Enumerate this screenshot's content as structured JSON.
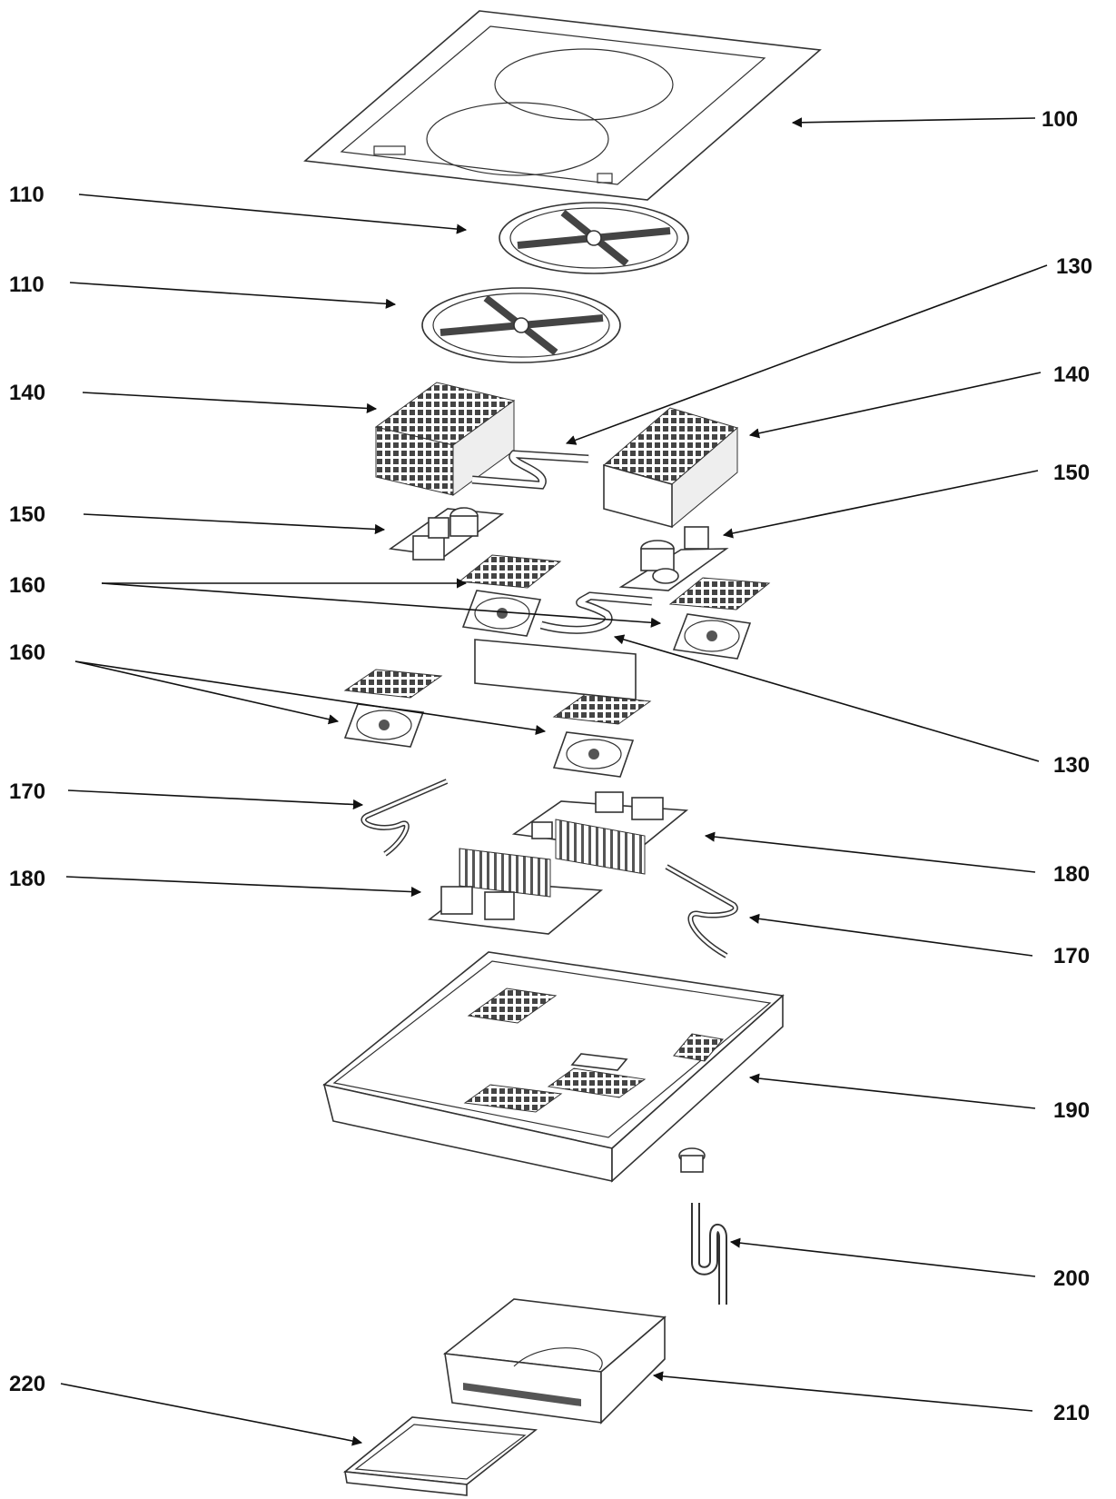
{
  "labels": {
    "l100": "100",
    "l110a": "110",
    "l110b": "110",
    "l130a": "130",
    "l130b": "130",
    "l140a": "140",
    "l140b": "140",
    "l150a": "150",
    "l150b": "150",
    "l160a": "160",
    "l160b": "160",
    "l170a": "170",
    "l170b": "170",
    "l180a": "180",
    "l180b": "180",
    "l190": "190",
    "l200": "200",
    "l210": "210",
    "l220": "220"
  }
}
